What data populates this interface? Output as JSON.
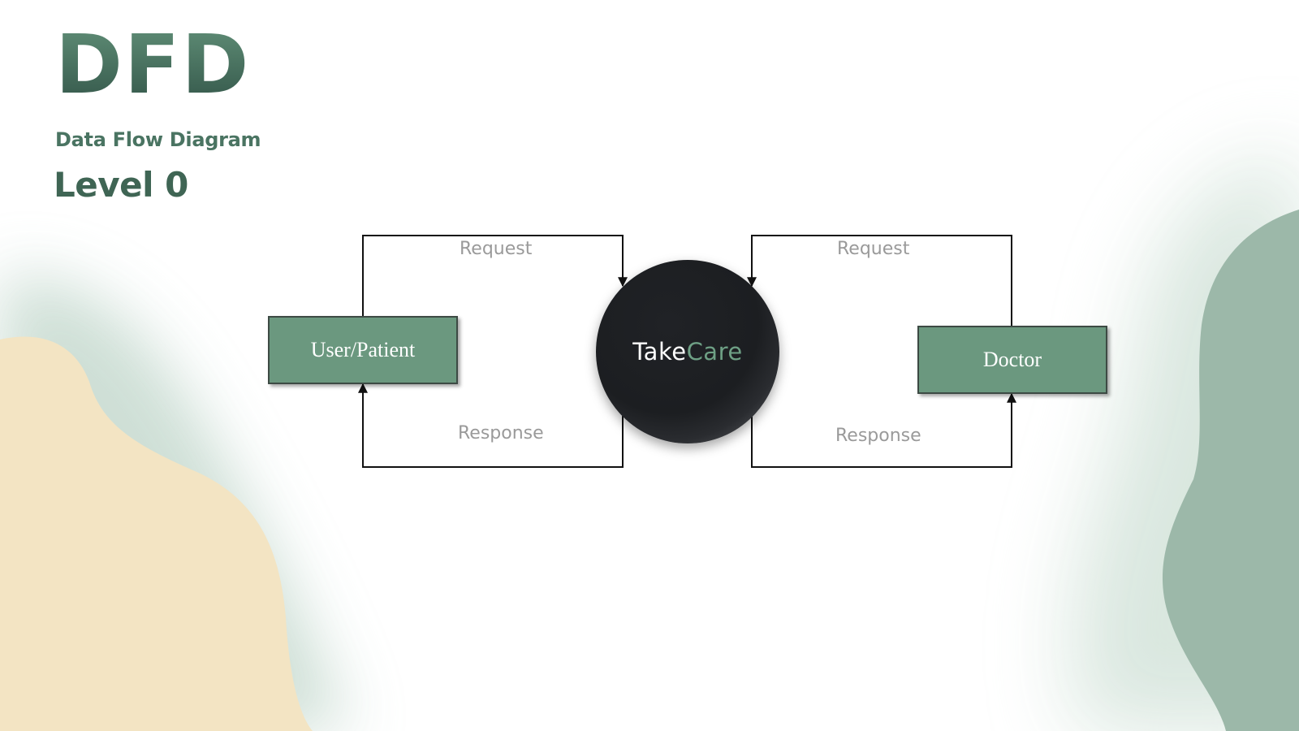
{
  "header": {
    "title": "DFD",
    "subtitle": "Data Flow Diagram",
    "level": "Level 0"
  },
  "diagram": {
    "entities": {
      "user": "User/Patient",
      "doctor": "Doctor"
    },
    "process": {
      "name_part1": "Take",
      "name_part2": "Care"
    },
    "flows": {
      "user_request": "Request",
      "user_response": "Response",
      "doctor_request": "Request",
      "doctor_response": "Response"
    }
  },
  "colors": {
    "entity_fill": "#6b987f",
    "process_fill": "#1c1e21",
    "accent_green": "#6ea085",
    "title_green": "#4a7462",
    "beige_blob": "#f3e4c3",
    "green_blob": "#9cb8a9",
    "flow_label": "#9a9a9a"
  }
}
